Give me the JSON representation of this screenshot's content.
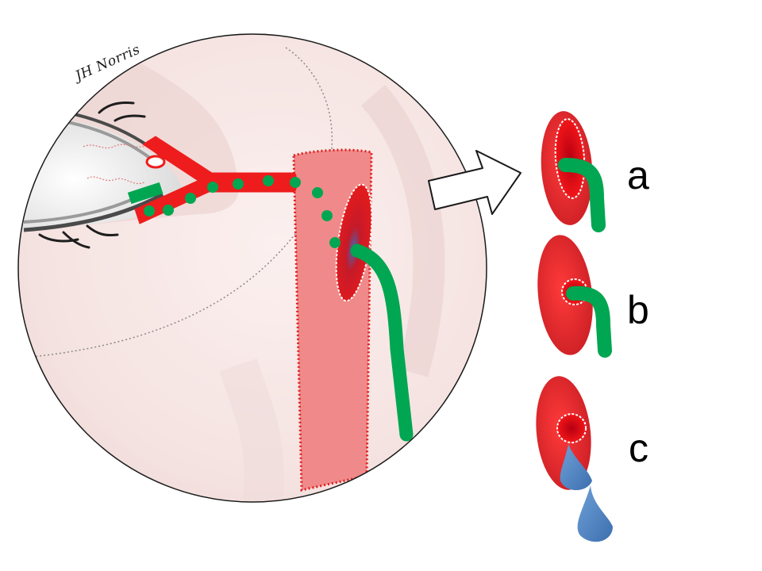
{
  "signature": "JH Norris",
  "labels": {
    "a": "a",
    "b": "b",
    "c": "c"
  },
  "colors": {
    "duct_red": "#ee1c1c",
    "sac_pink": "#f08a8a",
    "ostium_red": "#e03030",
    "stent_green": "#00a651",
    "tear_blue": "#4f86c6",
    "skin_pink": "#f7e6e4"
  },
  "icons": {
    "arrow": "hollow-right-arrow",
    "drops": "tear-drop-icon"
  }
}
